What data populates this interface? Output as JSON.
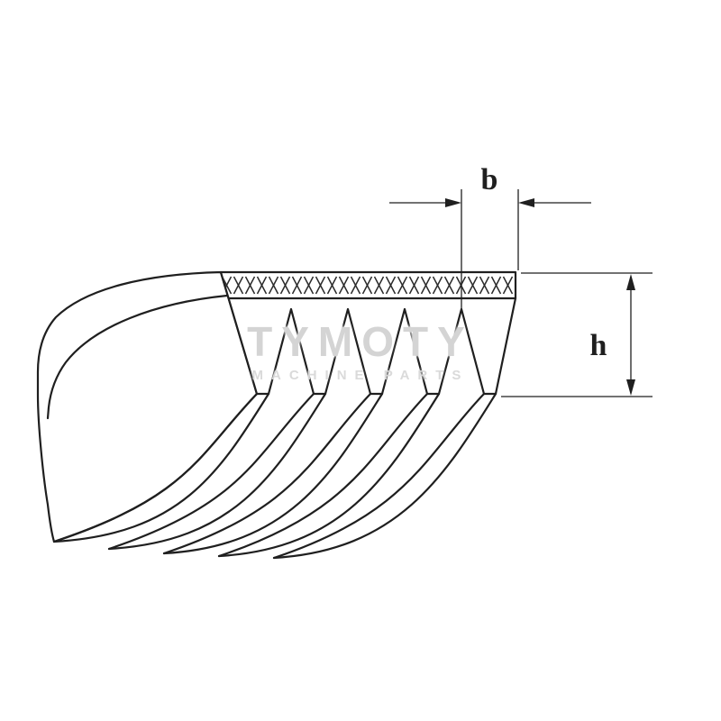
{
  "dimensions": {
    "width_label": "b",
    "height_label": "h"
  },
  "watermark": {
    "line1": "TYMOTY",
    "line2": "MACHINE PARTS"
  },
  "colors": {
    "line": "#1f1f1f",
    "watermark": "#d4d4d4",
    "background": "#ffffff"
  }
}
